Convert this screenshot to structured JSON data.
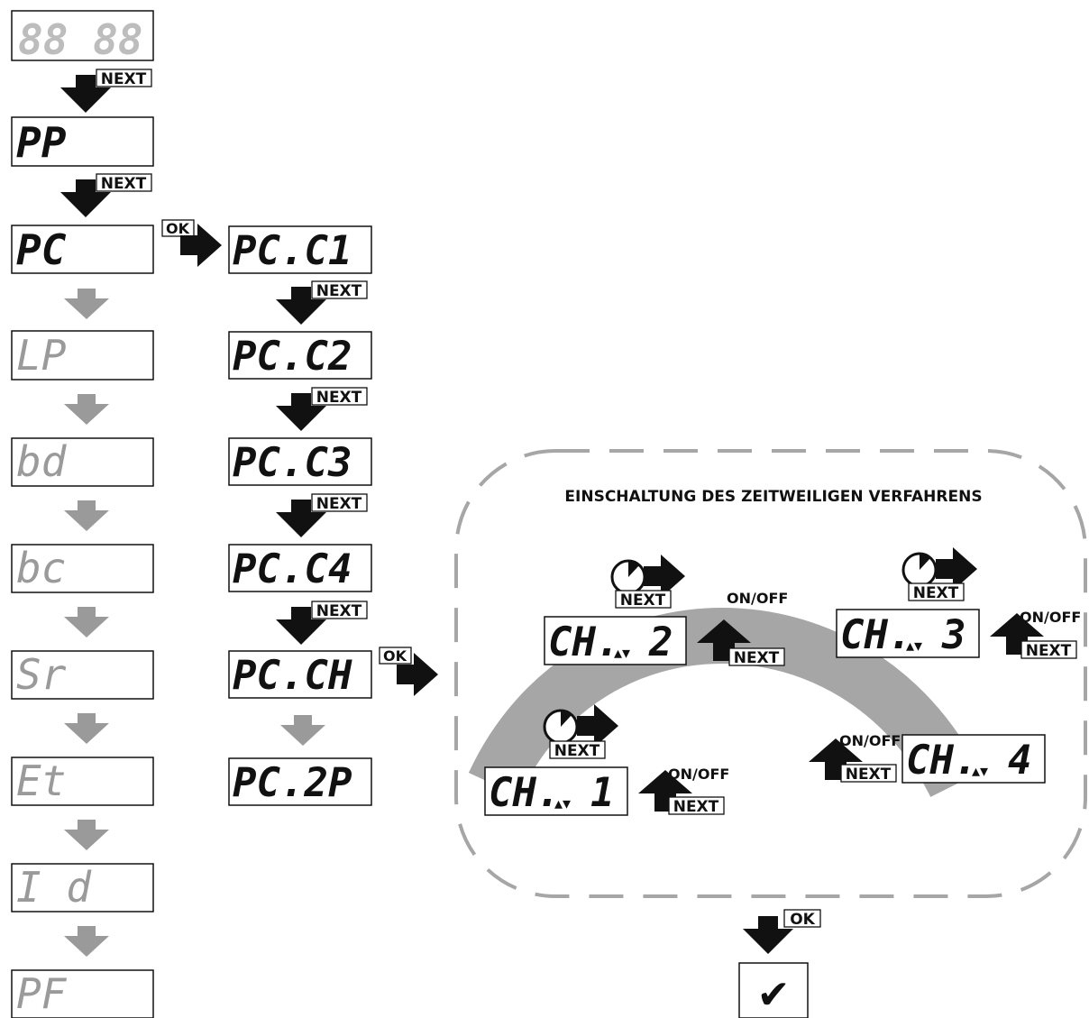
{
  "buttons": {
    "next": "NEXT",
    "ok": "OK",
    "on_off": "ON/OFF"
  },
  "colors": {
    "dark": "#111111",
    "inactive": "#9a9a9a",
    "arc": "#a6a6a6",
    "dash": "#a6a6a6"
  },
  "left_column": [
    {
      "text": "88 88",
      "state": "inactive"
    },
    {
      "text": "PP",
      "state": "active"
    },
    {
      "text": "PC",
      "state": "active"
    },
    {
      "text": "LP",
      "state": "inactive"
    },
    {
      "text": "bd",
      "state": "inactive"
    },
    {
      "text": "bc",
      "state": "inactive"
    },
    {
      "text": "Sr",
      "state": "inactive"
    },
    {
      "text": "Et",
      "state": "inactive"
    },
    {
      "text": "I d",
      "state": "inactive"
    },
    {
      "text": "PF",
      "state": "inactive"
    }
  ],
  "middle_column": [
    {
      "text": "PC.C1"
    },
    {
      "text": "PC.C2"
    },
    {
      "text": "PC.C3"
    },
    {
      "text": "PC.C4"
    },
    {
      "text": "PC.CH"
    },
    {
      "text": "PC.2P"
    }
  ],
  "temporary_panel": {
    "title": "EINSCHALTUNG  DES ZEITWEILIGEN VERFAHRENS",
    "channels": [
      {
        "text": "CH.",
        "digit": "1"
      },
      {
        "text": "CH.",
        "digit": "2"
      },
      {
        "text": "CH.",
        "digit": "3"
      },
      {
        "text": "CH.",
        "digit": "4"
      }
    ]
  },
  "confirm": {
    "icon": "checkmark-icon",
    "symbol": "✔"
  }
}
